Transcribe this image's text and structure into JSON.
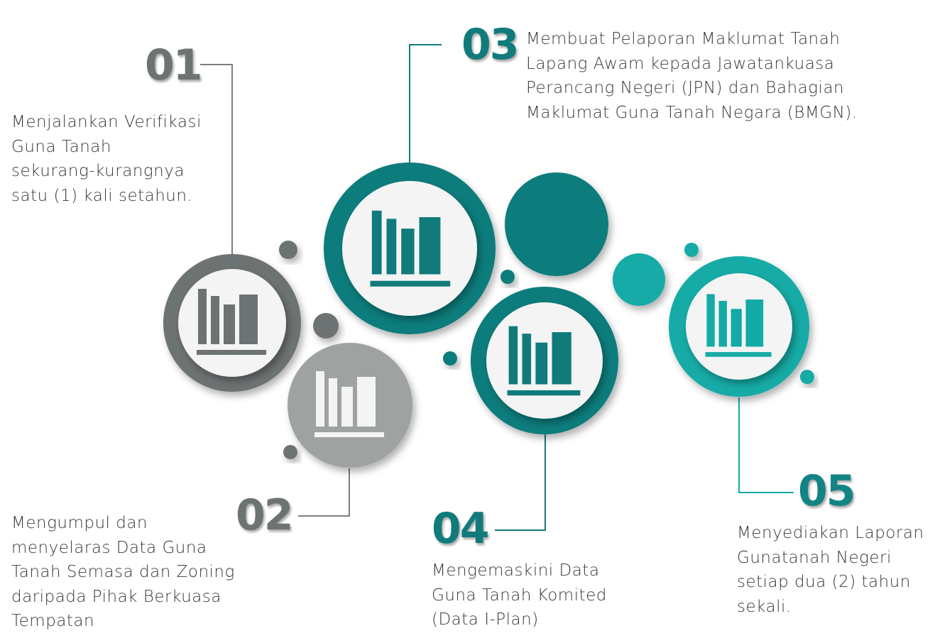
{
  "colors": {
    "dark_grey": "#6d7272",
    "light_grey": "#9ea3a2",
    "dark_teal": "#117b7b",
    "teal": "#128484",
    "light_teal": "#14aba6",
    "inner": "#f4f4f4",
    "line_grey": "#7b7f7f",
    "line_teal": "#117b7b"
  },
  "icon": "bookshelf-icon",
  "steps": [
    {
      "number": "01",
      "text": "Menjalankan Verifikasi\nGuna Tanah\nsekurang-kurangnya\nsatu  (1) kali setahun."
    },
    {
      "number": "02",
      "text": "Mengumpul dan\nmenyelaras Data Guna\nTanah Semasa dan Zoning\ndaripada Pihak Berkuasa\nTempatan"
    },
    {
      "number": "03",
      "text": "Membuat Pelaporan Maklumat Tanah\nLapang Awam kepada Jawatankuasa\nPerancang Negeri (JPN) dan Bahagian\nMaklumat Guna Tanah Negara (BMGN)."
    },
    {
      "number": "04",
      "text": "Mengemaskini Data\nGuna Tanah Komited\n(Data I-Plan)"
    },
    {
      "number": "05",
      "text": "Menyediakan Laporan\nGunatanah Negeri\nsetiap dua (2) tahun\nsekali."
    }
  ]
}
